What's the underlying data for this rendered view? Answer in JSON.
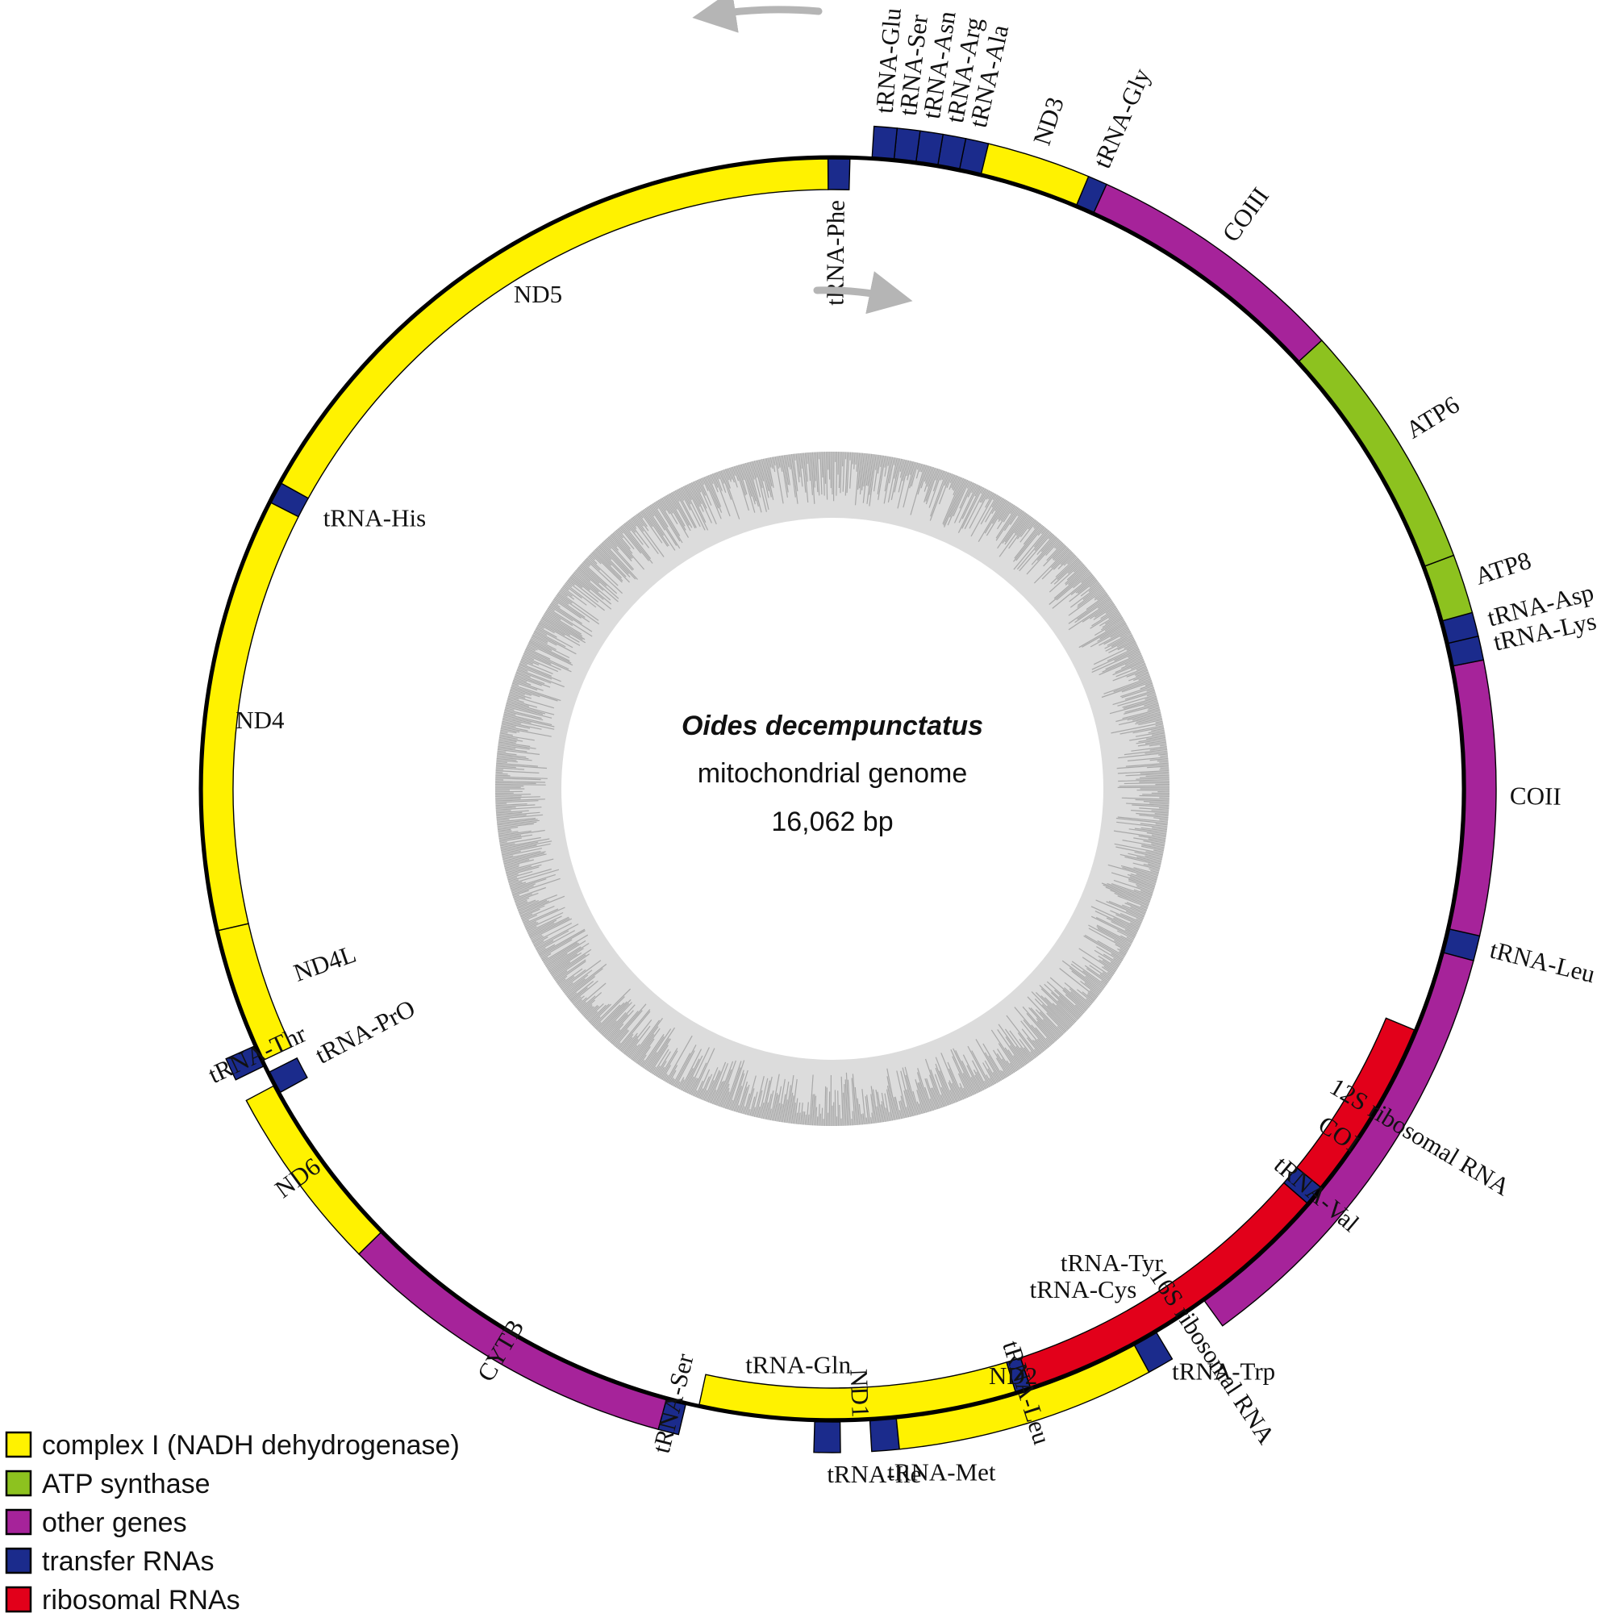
{
  "genome": {
    "species": "Oides decempunctatus",
    "subtitle": "mitochondrial genome",
    "length": "16,062 bp"
  },
  "colors": {
    "complex_i": "#FFF200",
    "atp": "#8DC21F",
    "other": "#A6239A",
    "trna": "#1B2B8C",
    "rrna": "#E2001A"
  },
  "legend": [
    {
      "key": "complex_i",
      "label": "complex I (NADH dehydrogenase)"
    },
    {
      "key": "atp",
      "label": "ATP synthase"
    },
    {
      "key": "other",
      "label": "other genes"
    },
    {
      "key": "trna",
      "label": "transfer RNAs"
    },
    {
      "key": "rrna",
      "label": "ribosomal RNAs"
    }
  ],
  "strand_arrows": {
    "outer": "reverse",
    "inner": "forward"
  },
  "features": [
    {
      "name": "tRNA-Ile",
      "type": "trna",
      "strand": "outer",
      "start": 89.3,
      "end": 91.6
    },
    {
      "name": "tRNA-Gln",
      "type": "trna",
      "strand": "inner",
      "start": 87.0,
      "end": 89.3
    },
    {
      "name": "tRNA-Met",
      "type": "trna",
      "strand": "outer",
      "start": 84.2,
      "end": 86.6
    },
    {
      "name": "ND2",
      "type": "complex_i",
      "strand": "outer",
      "start": 61.5,
      "end": 84.2
    },
    {
      "name": "tRNA-Trp",
      "type": "trna",
      "strand": "outer",
      "start": 59.2,
      "end": 61.5
    },
    {
      "name": "tRNA-Cys",
      "type": "trna",
      "strand": "inner",
      "start": 56.5,
      "end": 58.4
    },
    {
      "name": "tRNA-Tyr",
      "type": "trna",
      "strand": "inner",
      "start": 54.6,
      "end": 56.5
    },
    {
      "name": "COI",
      "type": "other",
      "strand": "outer",
      "start": 15.0,
      "end": 54.0
    },
    {
      "name": "tRNA-Leu",
      "type": "trna",
      "strand": "outer",
      "start": 12.8,
      "end": 15.0
    },
    {
      "name": "COII",
      "type": "other",
      "strand": "outer",
      "start": -11.2,
      "end": 12.8
    },
    {
      "name": "tRNA-Lys",
      "type": "trna",
      "strand": "outer",
      "start": -13.3,
      "end": -11.2
    },
    {
      "name": "tRNA-Asp",
      "type": "trna",
      "strand": "outer",
      "start": -15.4,
      "end": -13.3
    },
    {
      "name": "ATP8",
      "type": "atp",
      "strand": "outer",
      "start": -20.6,
      "end": -15.4
    },
    {
      "name": "ATP6",
      "type": "atp",
      "strand": "outer",
      "start": -42.5,
      "end": -20.6
    },
    {
      "name": "COIII",
      "type": "other",
      "strand": "outer",
      "start": -65.6,
      "end": -42.5
    },
    {
      "name": "tRNA-Gly",
      "type": "trna",
      "strand": "outer",
      "start": -67.3,
      "end": -65.6
    },
    {
      "name": "ND3",
      "type": "complex_i",
      "strand": "outer",
      "start": -76.4,
      "end": -67.3
    },
    {
      "name": "tRNA-Ala",
      "type": "trna",
      "strand": "outer",
      "start": -78.4,
      "end": -76.4
    },
    {
      "name": "tRNA-Arg",
      "type": "trna",
      "strand": "outer",
      "start": -80.4,
      "end": -78.4
    },
    {
      "name": "tRNA-Asn",
      "type": "trna",
      "strand": "outer",
      "start": -82.4,
      "end": -80.4
    },
    {
      "name": "tRNA-Ser",
      "type": "trna",
      "strand": "outer",
      "start": -84.4,
      "end": -82.4
    },
    {
      "name": "tRNA-Glu",
      "type": "trna",
      "strand": "outer",
      "start": -86.4,
      "end": -84.4
    },
    {
      "name": "tRNA-Phe",
      "type": "trna",
      "strand": "inner",
      "start": -90.4,
      "end": -88.4
    },
    {
      "name": "ND5",
      "type": "complex_i",
      "strand": "inner",
      "start": -151.0,
      "end": -90.4
    },
    {
      "name": "tRNA-His",
      "type": "trna",
      "strand": "inner",
      "start": -153.0,
      "end": -151.0
    },
    {
      "name": "ND4",
      "type": "complex_i",
      "strand": "inner",
      "start": -193.0,
      "end": -153.0
    },
    {
      "name": "ND4L",
      "type": "complex_i",
      "strand": "inner",
      "start": -205.5,
      "end": -193.0
    },
    {
      "name": "tRNA-Thr",
      "type": "trna",
      "strand": "outer",
      "start": -206.0,
      "end": -204.0
    },
    {
      "name": "tRNA-PrO",
      "type": "trna",
      "strand": "inner",
      "start": -208.8,
      "end": -206.7
    },
    {
      "name": "ND6",
      "type": "complex_i",
      "strand": "outer",
      "start": -224.5,
      "end": -208.0
    },
    {
      "name": "CYTB",
      "type": "other",
      "strand": "outer",
      "start": -254.8,
      "end": -224.5
    },
    {
      "name": "tRNA-Ser",
      "type": "trna",
      "strand": "outer",
      "start": -256.6,
      "end": -254.8
    },
    {
      "name": "ND1",
      "type": "complex_i",
      "strand": "inner",
      "start": -286.9,
      "end": -257.8
    },
    {
      "name": "tRNA-Leu",
      "type": "trna",
      "strand": "inner",
      "start": -288.3,
      "end": -286.9
    },
    {
      "name": "16S ribosomal RNA",
      "type": "rrna",
      "strand": "inner",
      "start": -318.9,
      "end": -288.3
    },
    {
      "name": "tRNA-Val",
      "type": "trna",
      "strand": "inner",
      "start": -320.8,
      "end": -318.9
    },
    {
      "name": "12S ribosomal RNA",
      "type": "rrna",
      "strand": "inner",
      "start": -337.5,
      "end": -320.8
    }
  ]
}
